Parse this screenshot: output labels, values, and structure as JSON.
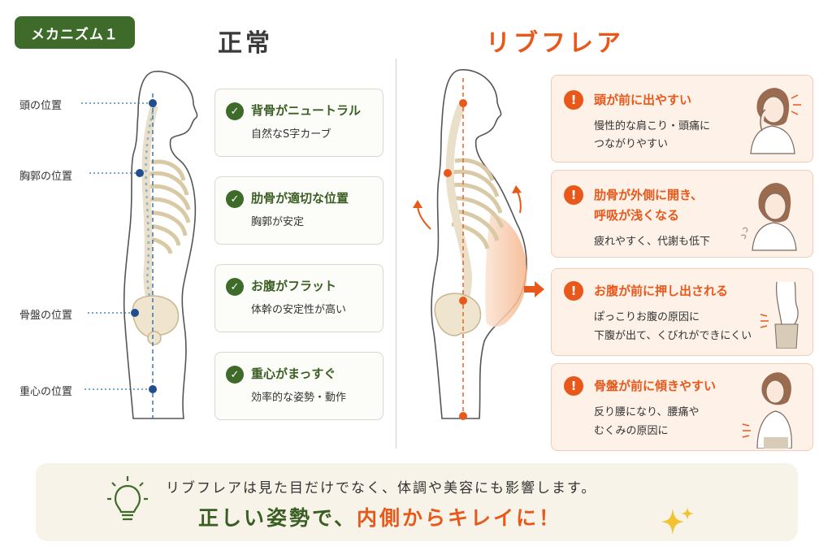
{
  "badge": "メカニズム１",
  "titles": {
    "normal": "正常",
    "flare": "リブフレア"
  },
  "position_labels": [
    "頭の位置",
    "胸郭の位置",
    "骨盤の位置",
    "重心の位置"
  ],
  "normal_cards": [
    {
      "heading": "背骨がニュートラル",
      "sub": "自然なS字カーブ"
    },
    {
      "heading": "肋骨が適切な位置",
      "sub": "胸郭が安定"
    },
    {
      "heading": "お腹がフラット",
      "sub": "体幹の安定性が高い"
    },
    {
      "heading": "重心がまっすぐ",
      "sub": "効率的な姿勢・動作"
    }
  ],
  "flare_cards": [
    {
      "heading": [
        "頭が前に出やすい"
      ],
      "sub": [
        "慢性的な肩こり・頭痛に",
        "つながりやすい"
      ]
    },
    {
      "heading": [
        "肋骨が外側に開き、",
        "呼吸が浅くなる"
      ],
      "sub": [
        "疲れやすく、代謝も低下"
      ]
    },
    {
      "heading": [
        "お腹が前に押し出される"
      ],
      "sub": [
        "ぽっこりお腹の原因に",
        "下腹が出て、くびれができにくい"
      ]
    },
    {
      "heading": [
        "骨盤が前に傾きやすい"
      ],
      "sub": [
        "反り腰になり、腰痛や",
        "むくみの原因に"
      ]
    }
  ],
  "icons": {
    "check": "check-icon",
    "warning": "exclamation-icon",
    "bulb": "lightbulb-icon",
    "sparkle": "sparkle-icon"
  },
  "footer": {
    "line1": "リブフレアは見た目だけでなく、体調や美容にも影響します。",
    "line2_green": "正しい姿勢で、",
    "line2_orange": "内側からキレイに！"
  },
  "colors": {
    "green": "#3f6b2a",
    "orange": "#e8581a",
    "card_bg_orange": "#fdf1e8",
    "footer_bg": "#f7f3e8"
  }
}
